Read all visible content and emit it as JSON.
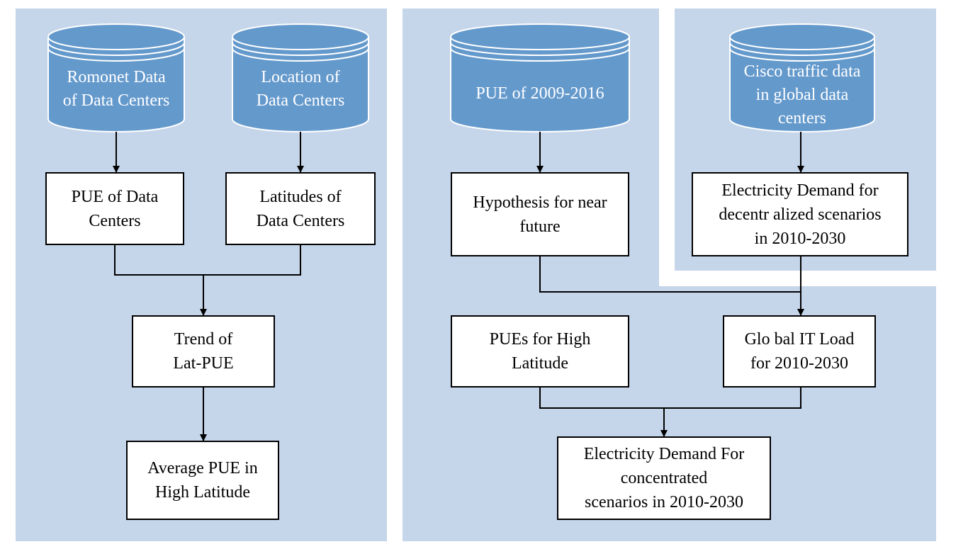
{
  "colors": {
    "panel_background": "#c5d5ea",
    "database_fill": "#6499cc",
    "box_fill": "#ffffff",
    "line": "#000000"
  },
  "databases": {
    "romonet": "Romonet Data\nof Data Centers",
    "location": "Location of\nData Centers",
    "pue_2009_2016": "PUE of 2009-2016",
    "cisco": "Cisco traffic data\nin global data\ncenters"
  },
  "boxes": {
    "pue_of_data_centers": "PUE of Data\nCenters",
    "latitudes_of_data_centers": "Latitudes of\nData Centers",
    "trend_lat_pue": "Trend of\nLat-PUE",
    "average_pue_high_latitude": "Average PUE in\nHigh Latitude",
    "hypothesis_near_future": "Hypothesis for near\nfuture",
    "demand_decentralized": "Electricity Demand for\ndecentr alized scenarios\nin 2010-2030",
    "pues_high_latitude": "PUEs for High\nLatitude",
    "global_it_load": "Glo bal IT Load\nfor 2010-2030",
    "demand_concentrated": "Electricity Demand For\nconcentrated\nscenarios in 2010-2030"
  }
}
